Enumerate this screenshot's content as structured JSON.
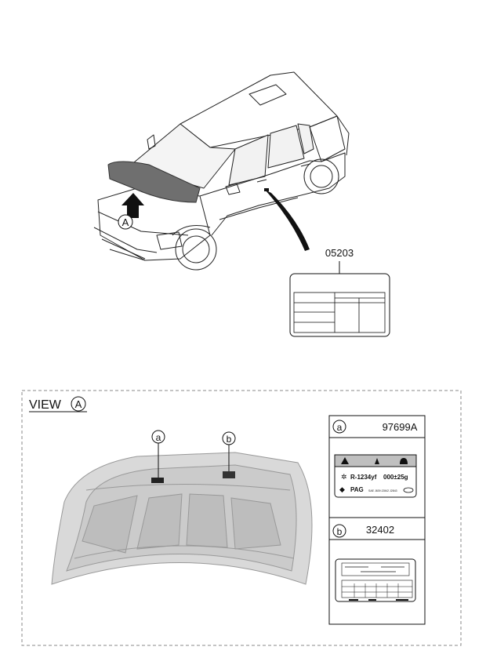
{
  "top_figure": {
    "callout_circle_letter": "A",
    "part_number": "05203"
  },
  "view_section": {
    "view_word": "VIEW",
    "view_letter": "A",
    "marker_a": "a",
    "marker_b": "b"
  },
  "legend": {
    "row_a": {
      "letter": "a",
      "part_number": "97699A"
    },
    "row_b": {
      "letter": "b",
      "part_number": "32402"
    },
    "label_a_text": {
      "refrigerant": "R-1234yf",
      "amount": "000±25g",
      "oil": "PAG",
      "small_code": "SAE J639 J2842 J2843"
    }
  }
}
